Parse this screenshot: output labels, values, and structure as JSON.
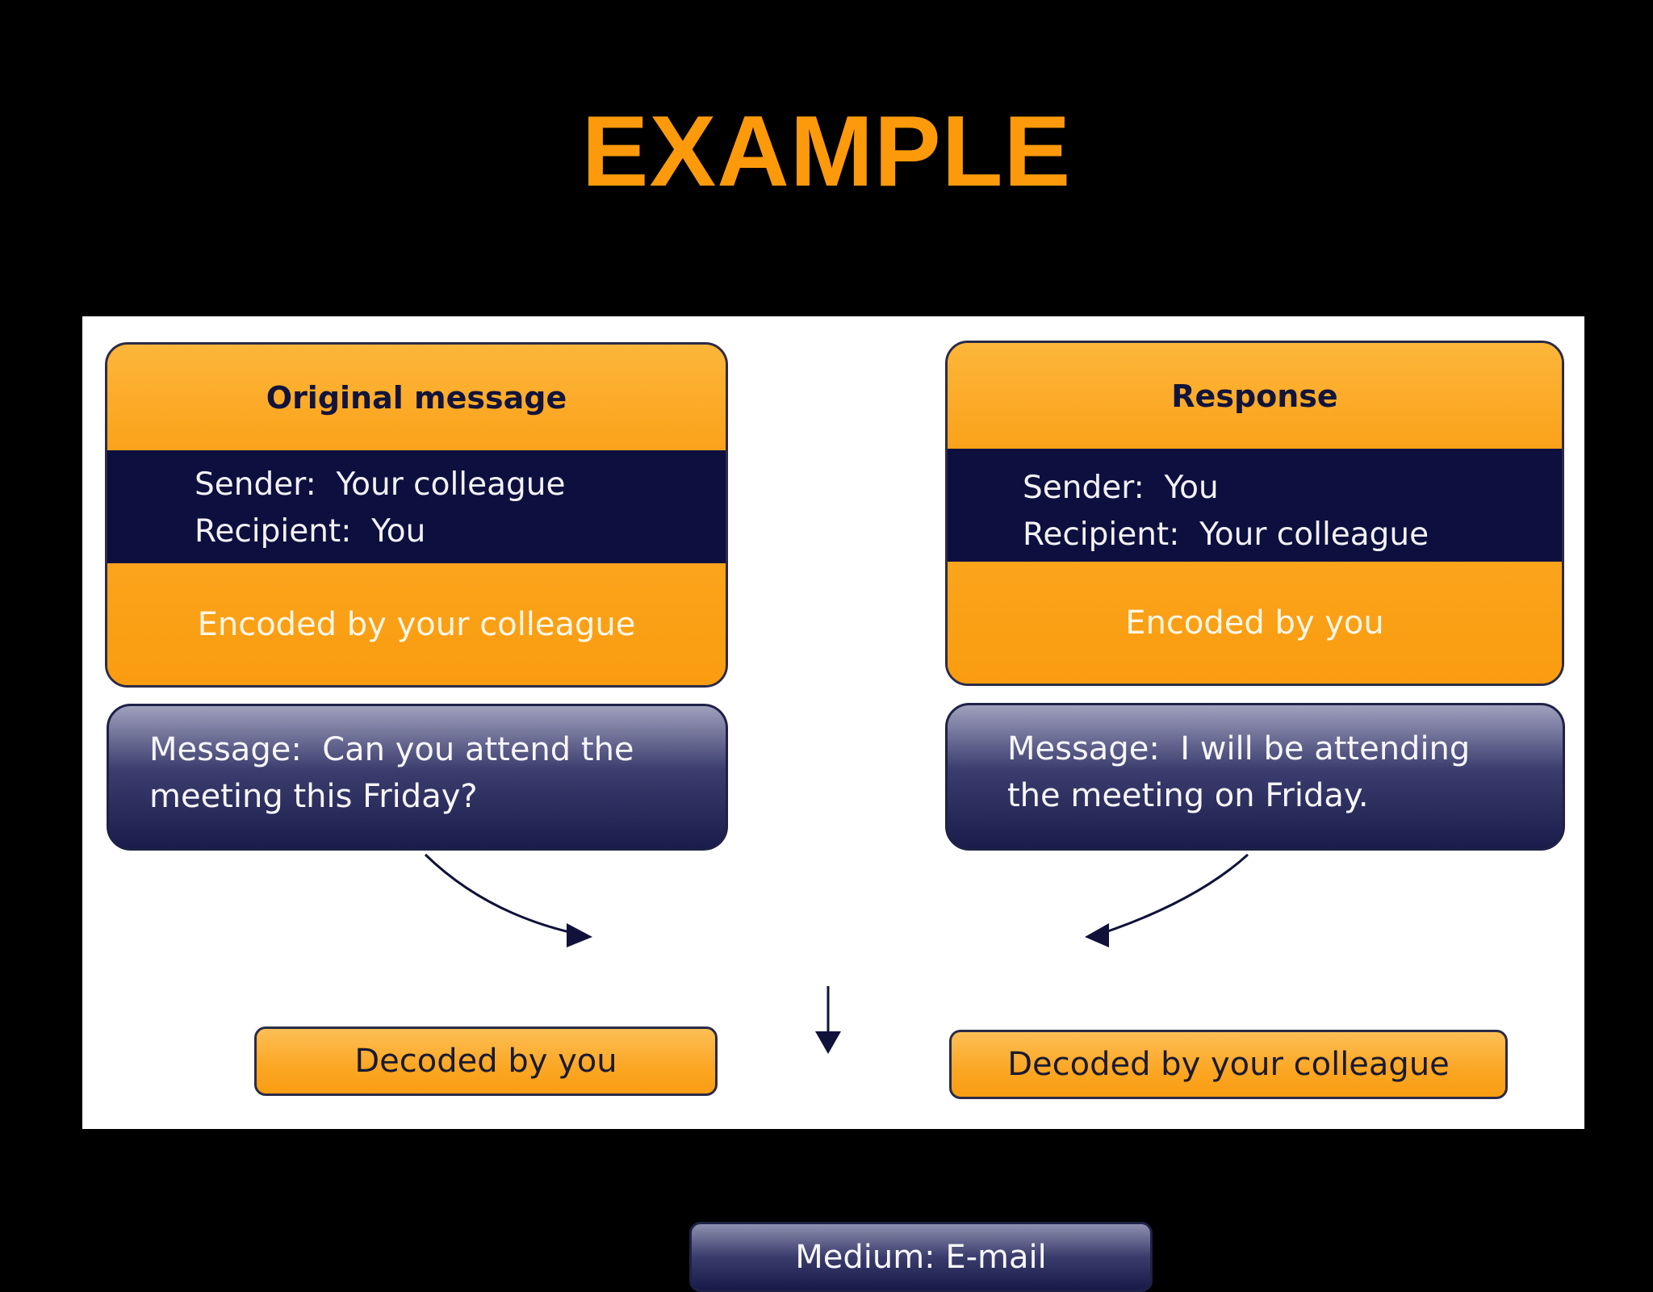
{
  "slide": {
    "title": "EXAMPLE"
  },
  "original": {
    "heading": "Original message",
    "sender_line": "Sender:  Your colleague",
    "recipient_line": "Recipient:  You",
    "encoded": "Encoded by your colleague",
    "message_line1": "Message:  Can you attend the",
    "message_line2": "meeting this Friday?"
  },
  "response": {
    "heading": "Response",
    "sender_line": "Sender:  You",
    "recipient_line": "Recipient:  Your colleague",
    "encoded": "Encoded by you",
    "message_line1": "Message:  I will be attending",
    "message_line2": "the meeting on Friday."
  },
  "medium": {
    "label": "Medium:  E-mail"
  },
  "decoded": {
    "left": "Decoded by you",
    "right": "Decoded by your colleague"
  },
  "colors": {
    "title": "#fc9a0c",
    "orange": "#fba21a",
    "navy": "#0d0f3f"
  }
}
